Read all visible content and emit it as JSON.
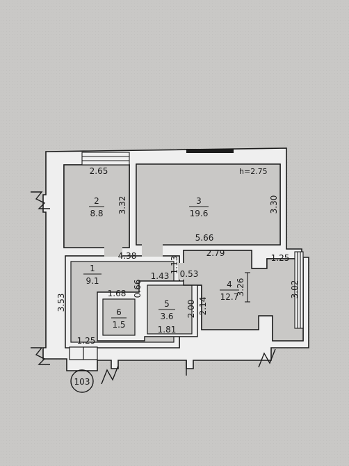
{
  "plan": {
    "ceiling_height": "h=2.75",
    "apartment_number": "103",
    "rooms": [
      {
        "number": "2",
        "area": "8.8"
      },
      {
        "number": "3",
        "area": "19.6"
      },
      {
        "number": "1",
        "area": "9.1"
      },
      {
        "number": "6",
        "area": "1.5"
      },
      {
        "number": "5",
        "area": "3.6"
      },
      {
        "number": "4",
        "area": "12.7"
      }
    ],
    "dimensions": {
      "r2_width": "2.65",
      "r2_height": "3.32",
      "r3_height": "3.30",
      "r3_width": "5.66",
      "r1_width": "4.38",
      "r1_height": "3.53",
      "r1_bottom": "1.25",
      "r6_width": "1.68",
      "hall_side": "0.66",
      "r5_width": "1.43",
      "r5_height": "2.00",
      "r5_bottom": "1.81",
      "small_left": "1.13",
      "small_right": "0.53",
      "r4_width": "2.79",
      "r4_left_h": "2.14",
      "r4_mid_h": "3.26",
      "r4_right_h": "3.02",
      "r4_notch": "1.25"
    }
  },
  "colors": {
    "paper": "#c9c8c6",
    "wall": "#efefef",
    "ink": "#1b1b1b"
  }
}
